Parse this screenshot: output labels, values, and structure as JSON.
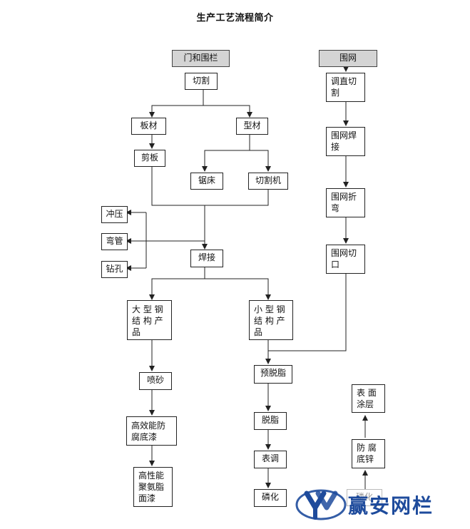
{
  "title": "生产工艺流程简介",
  "nodes": {
    "gate_header": "门和围栏",
    "mesh_header": "围网",
    "cutting": "切割",
    "plate": "板材",
    "profile": "型材",
    "shearing": "剪板",
    "saw": "锯床",
    "cutter": "切割机",
    "punch": "冲压",
    "bend_pipe": "弯管",
    "drill": "钻孔",
    "welding": "焊接",
    "large_steel": "大 型 钢 结 构 产 品",
    "small_steel": "小 型 钢 结 构 产 品",
    "sandblast": "喷砂",
    "epoxy_primer": "高效能防腐底漆",
    "pu_topcoat": "高性能聚氨脂面漆",
    "pre_degrease": "预脱脂",
    "degrease": "脱脂",
    "surface_adjust": "表调",
    "phosphating": "磷化",
    "zinc_primer": "防 腐 底锌",
    "surface_coat": "表 面 涂层",
    "mesh_straighten_cut": "调直切割",
    "mesh_weld": "围网焊接",
    "mesh_bend": "围网折弯",
    "mesh_notch": "围网切口",
    "hidden_partial": "磷化"
  },
  "logo": {
    "text": "赢安网栏"
  },
  "colors": {
    "line": "#222222",
    "header_fill": "#d4d4d4",
    "logo_blue": "#1e4b9c"
  }
}
